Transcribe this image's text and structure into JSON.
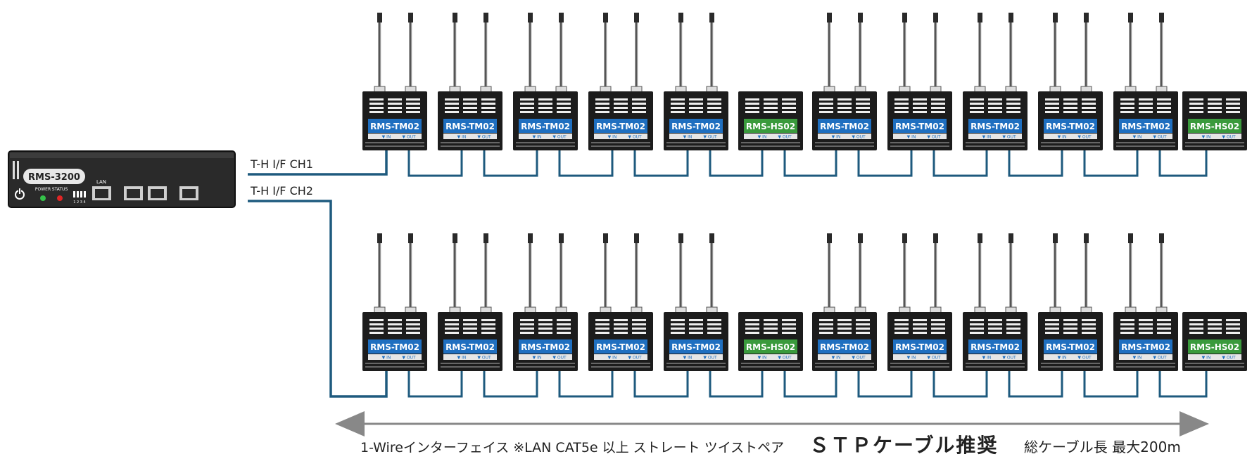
{
  "controller": {
    "model": "RMS-3200",
    "power_label": "POWER",
    "status_label": "STATUS",
    "lan_label": "LAN",
    "port_numbers": "1 2 3 4"
  },
  "channels": [
    {
      "label": "T-H I/F CH1"
    },
    {
      "label": "T-H I/F CH2"
    }
  ],
  "modules": [
    "RMS-TM02",
    "RMS-TM02",
    "RMS-TM02",
    "RMS-TM02",
    "RMS-TM02",
    "RMS-HS02",
    "RMS-TM02",
    "RMS-TM02",
    "RMS-TM02",
    "RMS-TM02",
    "RMS-TM02",
    "RMS-HS02"
  ],
  "port_labels": {
    "in": "▼ IN",
    "out": "▼ OUT"
  },
  "colors": {
    "tm_label": "#1f6fc0",
    "hs_label": "#3a9a3c",
    "cable": "#1e5a7e",
    "module_body": "#1c1c1c"
  },
  "footer": {
    "description": "1-Wireインターフェイス ※LAN CAT5e 以上 ストレート ツイストペア",
    "emphasis": "ＳＴＰケーブル推奨",
    "total_length": "総ケーブル長 最大200m"
  }
}
